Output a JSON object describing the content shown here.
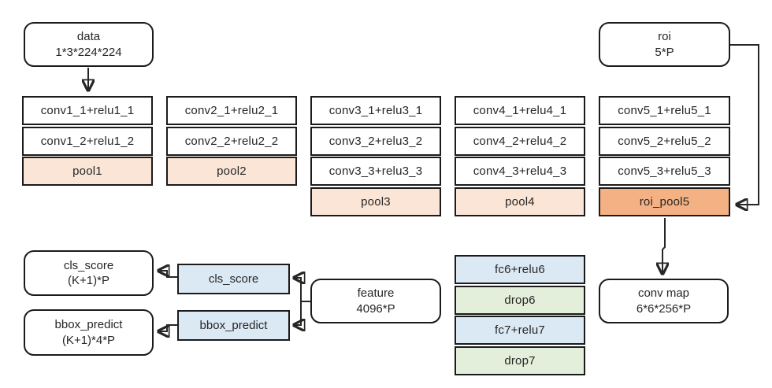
{
  "diagram": {
    "nodes": {
      "data": {
        "title": "data",
        "shape": "1*3*224*224"
      },
      "roi": {
        "title": "roi",
        "shape": "5*P"
      },
      "cls_out": {
        "title": "cls_score",
        "shape": "(K+1)*P"
      },
      "bbox_out": {
        "title": "bbox_predict",
        "shape": "(K+1)*4*P"
      },
      "feature": {
        "title": "feature",
        "shape": "4096*P"
      },
      "conv_map": {
        "title": "conv map",
        "shape": "6*6*256*P"
      }
    },
    "mid_nodes": {
      "cls_score": {
        "label": "cls_score"
      },
      "bbox_predict": {
        "label": "bbox_predict"
      }
    },
    "stacks": [
      {
        "id": "conv1",
        "rows": [
          {
            "label": "conv1_1+relu1_1",
            "type": "conv"
          },
          {
            "label": "conv1_2+relu1_2",
            "type": "conv"
          },
          {
            "label": "pool1",
            "type": "pool"
          }
        ]
      },
      {
        "id": "conv2",
        "rows": [
          {
            "label": "conv2_1+relu2_1",
            "type": "conv"
          },
          {
            "label": "conv2_2+relu2_2",
            "type": "conv"
          },
          {
            "label": "pool2",
            "type": "pool"
          }
        ]
      },
      {
        "id": "conv3",
        "rows": [
          {
            "label": "conv3_1+relu3_1",
            "type": "conv"
          },
          {
            "label": "conv3_2+relu3_2",
            "type": "conv"
          },
          {
            "label": "conv3_3+relu3_3",
            "type": "conv"
          },
          {
            "label": "pool3",
            "type": "pool"
          }
        ]
      },
      {
        "id": "conv4",
        "rows": [
          {
            "label": "conv4_1+relu4_1",
            "type": "conv"
          },
          {
            "label": "conv4_2+relu4_2",
            "type": "conv"
          },
          {
            "label": "conv4_3+relu4_3",
            "type": "conv"
          },
          {
            "label": "pool4",
            "type": "pool"
          }
        ]
      },
      {
        "id": "conv5",
        "rows": [
          {
            "label": "conv5_1+relu5_1",
            "type": "conv"
          },
          {
            "label": "conv5_2+relu5_2",
            "type": "conv"
          },
          {
            "label": "conv5_3+relu5_3",
            "type": "conv"
          },
          {
            "label": "roi_pool5",
            "type": "roi_pool"
          }
        ]
      }
    ],
    "fc_stack": {
      "rows": [
        {
          "label": "fc6+relu6",
          "type": "fc"
        },
        {
          "label": "drop6",
          "type": "drop"
        },
        {
          "label": "fc7+relu7",
          "type": "fc"
        },
        {
          "label": "drop7",
          "type": "drop"
        }
      ]
    },
    "edges": [
      {
        "from": "data",
        "to": "conv1-stack"
      },
      {
        "from": "roi",
        "to": "roi_pool5"
      },
      {
        "from": "roi_pool5",
        "to": "conv_map"
      },
      {
        "from": "feature",
        "to": "cls_score-mid"
      },
      {
        "from": "feature",
        "to": "bbox_predict-mid"
      },
      {
        "from": "cls_score-mid",
        "to": "cls_out"
      },
      {
        "from": "bbox_predict-mid",
        "to": "bbox_out"
      }
    ],
    "colors": {
      "pool": "#fbe5d6",
      "roi_pool": "#f4b183",
      "fc": "#dbe9f5",
      "drop": "#e3efda",
      "line": "#262626"
    }
  }
}
